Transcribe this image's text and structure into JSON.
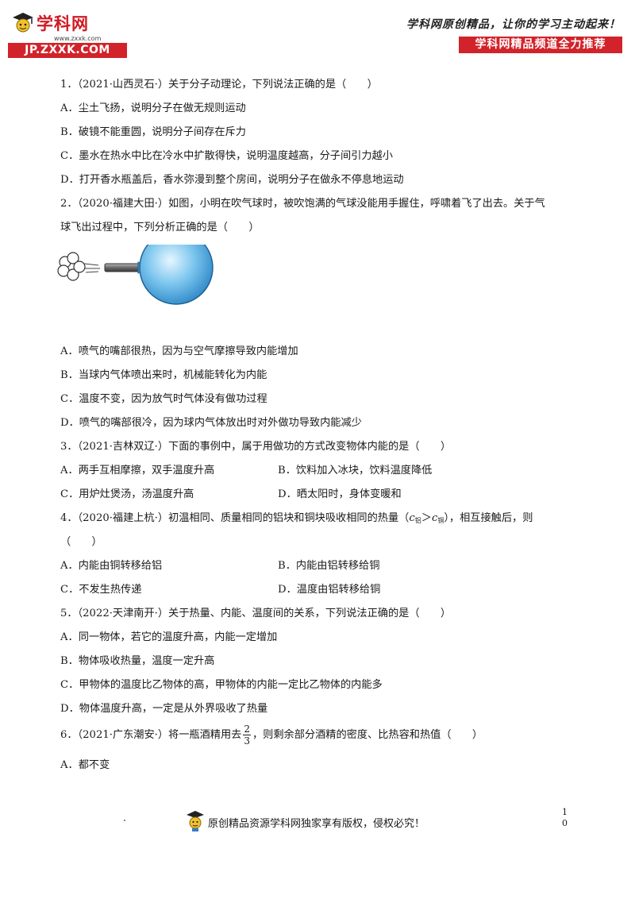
{
  "header": {
    "logo_name": "学科网",
    "logo_url": "www.zxxk.com",
    "logo_bar": "JP.ZXXK.COM",
    "slogan": "学科网原创精品，让你的学习主动起来！",
    "channel": "学科网精品频道全力推荐"
  },
  "questions": [
    {
      "stem": "1．（2021·山西灵石·）关于分子动理论，下列说法正确的是（　　）",
      "options": [
        "A．尘土飞扬，说明分子在做无规则运动",
        "B．破镜不能重圆，说明分子间存在斥力",
        "C．墨水在热水中比在冷水中扩散得快，说明温度越高，分子间引力越小",
        "D．打开香水瓶盖后，香水弥漫到整个房间，说明分子在做永不停息地运动"
      ]
    },
    {
      "stem_line1": "2．（2020·福建大田·）如图，小明在吹气球时，被吹饱满的气球没能用手握住，呼啸着飞了出去。关于气",
      "stem_line2": "球飞出过程中，下列分析正确的是（　　）",
      "options": [
        "A．喷气的嘴部很热，因为与空气摩擦导致内能增加",
        "B．当球内气体喷出来时，机械能转化为内能",
        "C．温度不变，因为放气时气体没有做功过程",
        "D．喷气的嘴部很冷，因为球内气体放出时对外做功导致内能减少"
      ]
    },
    {
      "stem": "3．（2021·吉林双辽·）下面的事例中，属于用做功的方式改变物体内能的是（　　）",
      "options": [
        "A．两手互相摩擦，双手温度升高",
        "B．饮料加入冰块，饮料温度降低",
        "C．用炉灶煲汤，汤温度升高",
        "D．晒太阳时，身体变暖和"
      ]
    },
    {
      "stem_pre": "4．（2020·福建上杭·）初温相同、质量相同的铝块和铜块吸收相同的热量（",
      "c": "c",
      "sub_al": "铝",
      "gt": "＞",
      "sub_cu": "铜",
      "stem_post": "），相互接触后，则",
      "stem_line2": "（　　）",
      "options": [
        "A．内能由铜转移给铝",
        "B．内能由铝转移给铜",
        "C．不发生热传递",
        "D．温度由铝转移给铜"
      ]
    },
    {
      "stem": "5．（2022·天津南开·）关于热量、内能、温度间的关系，下列说法正确的是（　　）",
      "options": [
        "A．同一物体，若它的温度升高，内能一定增加",
        "B．物体吸收热量，温度一定升高",
        "C．甲物体的温度比乙物体的高，甲物体的内能一定比乙物体的内能多",
        "D．物体温度升高，一定是从外界吸收了热量"
      ]
    },
    {
      "stem_pre": "6．（2021·广东潮安·）将一瓶酒精用去",
      "frac_num": "2",
      "frac_den": "3",
      "stem_post": "，则剩余部分酒精的密度、比热容和热值（　　）",
      "options": [
        "A．都不变"
      ]
    }
  ],
  "footer": {
    "text": "原创精品资源学科网独家享有版权，侵权必究！",
    "page_num_1": "1",
    "page_num_2": "0"
  }
}
